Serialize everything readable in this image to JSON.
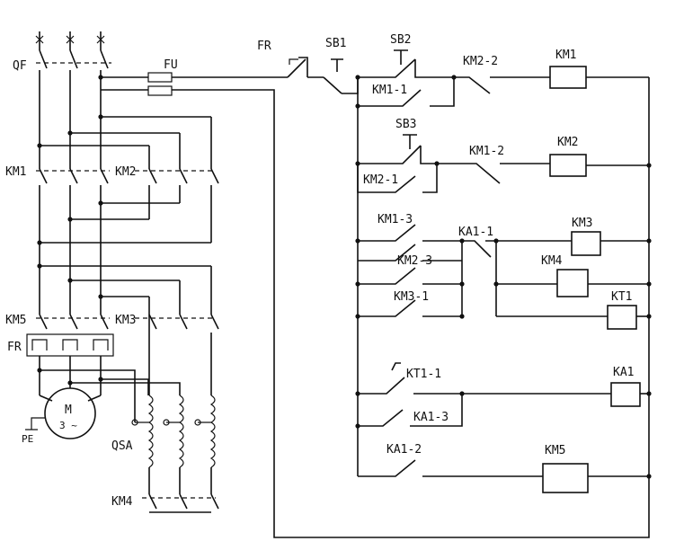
{
  "labels": {
    "qf": "QF",
    "fu": "FU",
    "km1_main": "KM1",
    "km2_main": "KM2",
    "km5_main": "KM5",
    "km3_main": "KM3",
    "fr_main": "FR",
    "motor_m": "M",
    "motor_phase": "3 ~",
    "pe": "PE",
    "qsa": "QSA",
    "km4_main": "KM4",
    "fr_ctrl": "FR",
    "sb1": "SB1",
    "sb2": "SB2",
    "km2_2": "KM2-2",
    "km1_coil": "KM1",
    "km1_1": "KM1-1",
    "sb3": "SB3",
    "km1_2": "KM1-2",
    "km2_coil": "KM2",
    "km2_1": "KM2-1",
    "km1_3": "KM1-3",
    "ka1_1": "KA1-1",
    "km3_coil": "KM3",
    "km2_3": "KM2-3",
    "km4_coil": "KM4",
    "km3_1": "KM3-1",
    "kt1_coil": "KT1",
    "kt1_1": "KT1-1",
    "ka1_coil": "KA1",
    "ka1_3": "KA1-3",
    "ka1_2": "KA1-2",
    "km5_coil": "KM5"
  }
}
